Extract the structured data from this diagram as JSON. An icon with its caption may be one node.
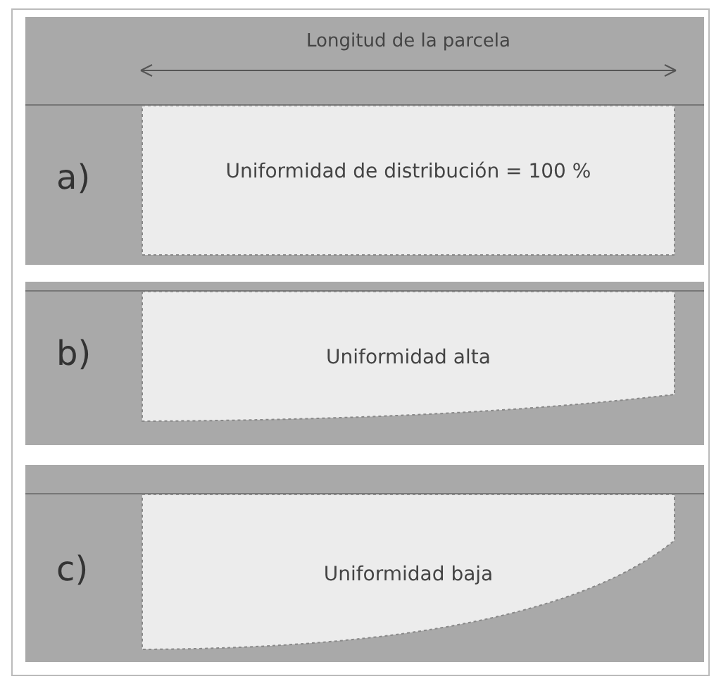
{
  "diagram": {
    "nodes": [
      {
        "text": [
          "a)"
        ]
      },
      {
        "text": [
          "Uniformidad de distribución = 100 %"
        ],
        "in": 0
      },
      {
        "text": [
          "b)"
        ]
      },
      {
        "text": [
          "Uniformidad alta"
        ],
        "in": 2
      },
      {
        "text": [
          "c)"
        ]
      },
      {
        "text": [
          "Uniformidad baja"
        ],
        "in": 4
      }
    ],
    "labels": [
      "Longitud de la parcela"
    ]
  }
}
